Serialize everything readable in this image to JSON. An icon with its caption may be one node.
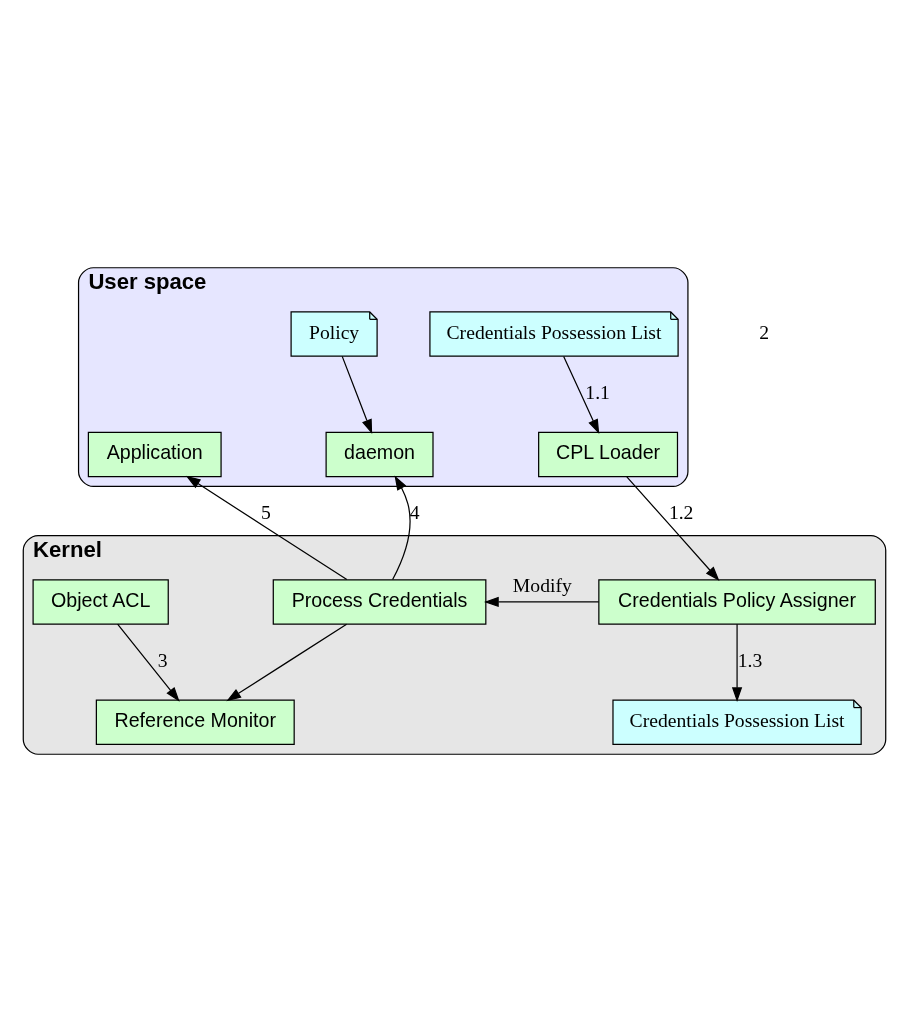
{
  "diagram": {
    "nodes": [
      {
        "text": [
          "User space"
        ]
      },
      {
        "text": [
          "Application"
        ],
        "in": 0
      },
      {
        "text": [
          "Policy"
        ],
        "in": 0
      },
      {
        "text": [
          "Credentials Possession List"
        ],
        "in": 0
      },
      {
        "text": [
          "daemon"
        ],
        "in": 0
      },
      {
        "text": [
          "CPL Loader"
        ],
        "in": 0
      },
      {
        "text": [
          "Kernel"
        ]
      },
      {
        "text": [
          "Object ACL"
        ],
        "in": 6
      },
      {
        "text": [
          "Process Credentials"
        ],
        "in": 6
      },
      {
        "text": [
          "Credentials Policy Assigner"
        ],
        "in": 6
      },
      {
        "text": [
          "Reference Monitor"
        ],
        "in": 6
      },
      {
        "text": [
          "Credentials Possession List"
        ],
        "in": 6
      }
    ],
    "edges": [
      {
        "from": 2,
        "to": 4,
        "arrow": "to"
      },
      {
        "from": 3,
        "to": 5,
        "arrow": "to",
        "label": "1.1"
      },
      {
        "from": 5,
        "to": 9,
        "arrow": "to",
        "label": "1.2"
      },
      {
        "from": 9,
        "to": 8,
        "arrow": "to",
        "label": "Modify"
      },
      {
        "from": 8,
        "to": 1,
        "arrow": "to",
        "label": "5"
      },
      {
        "from": 8,
        "to": 4,
        "arrow": "to",
        "label": "4"
      },
      {
        "from": 7,
        "to": 10,
        "arrow": "to",
        "label": "3"
      },
      {
        "from": 8,
        "to": 10,
        "arrow": "to"
      },
      {
        "from": 9,
        "to": 11,
        "arrow": "to",
        "label": "1.3"
      }
    ],
    "labels": [
      "2"
    ]
  }
}
